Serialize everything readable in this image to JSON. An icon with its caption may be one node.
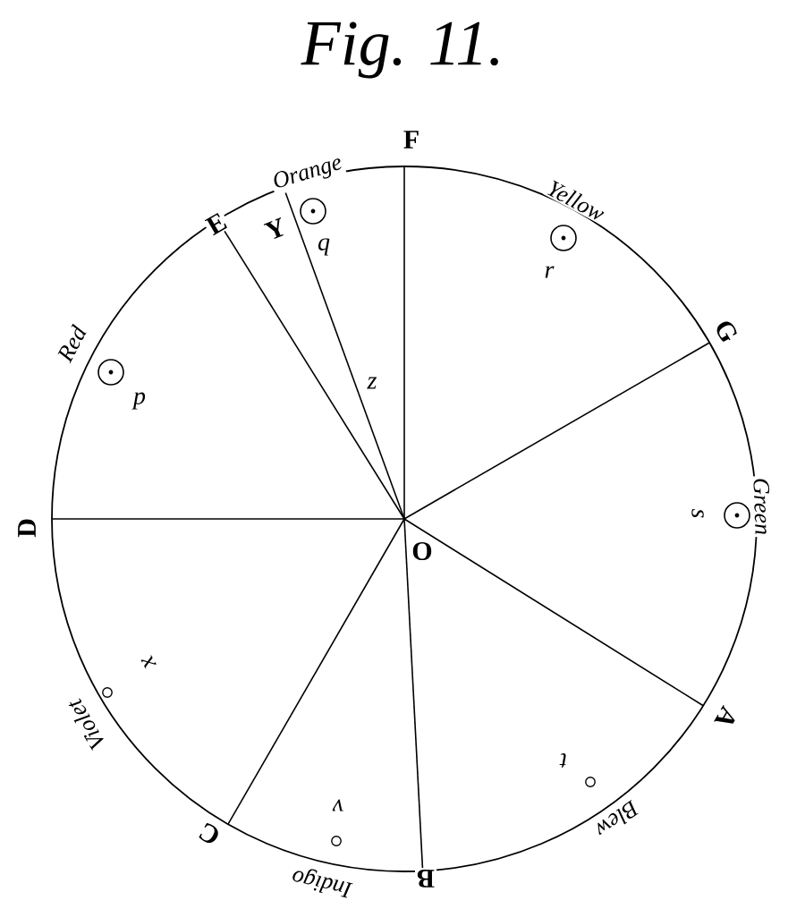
{
  "diagram": {
    "title": "Fig. 11.",
    "labels": [
      "Orange",
      "F",
      "E",
      "Y",
      "q",
      "Yellow",
      "r",
      "Red",
      "p",
      "G",
      "z",
      "Green",
      "s",
      "D",
      "O",
      "x",
      "A",
      "Violet",
      "t",
      "Blew",
      "v",
      "C",
      "Indigo",
      "B"
    ]
  }
}
